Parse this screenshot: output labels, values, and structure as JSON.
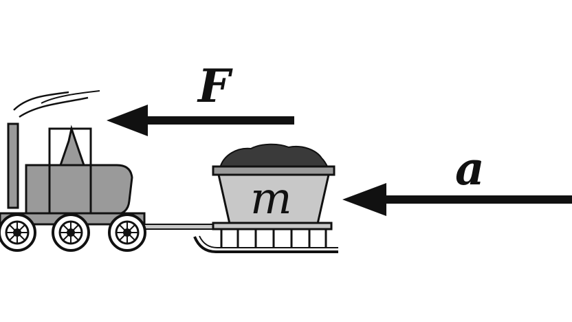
{
  "labels": {
    "force": "F",
    "acceleration": "a",
    "mass": "m"
  },
  "colors": {
    "ink": "#111111",
    "body_gray": "#9a9a9a",
    "light_gray": "#c8c8c8",
    "load_dark": "#3a3a3a",
    "background": "#ffffff"
  },
  "icons": [
    "locomotive-icon",
    "sled-cart-icon",
    "coal-load-icon",
    "force-arrow-icon",
    "acceleration-arrow-icon"
  ]
}
